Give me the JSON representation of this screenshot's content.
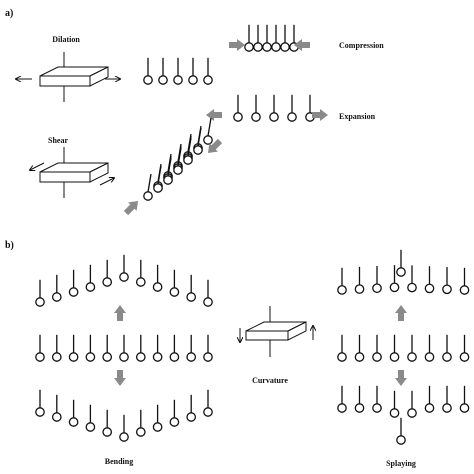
{
  "panel_a": {
    "label": "a)",
    "dilation_label": "Dilation",
    "shear_label": "Shear",
    "compression_label": "Compression",
    "expansion_label": "Expansion"
  },
  "panel_b": {
    "label": "b)",
    "curvature_label": "Curvature",
    "bending_label": "Bending",
    "splaying_label": "Splaying"
  },
  "colors": {
    "stroke": "#111111",
    "arrow_gray": "#8a8a8a",
    "background": "#ffffff"
  }
}
